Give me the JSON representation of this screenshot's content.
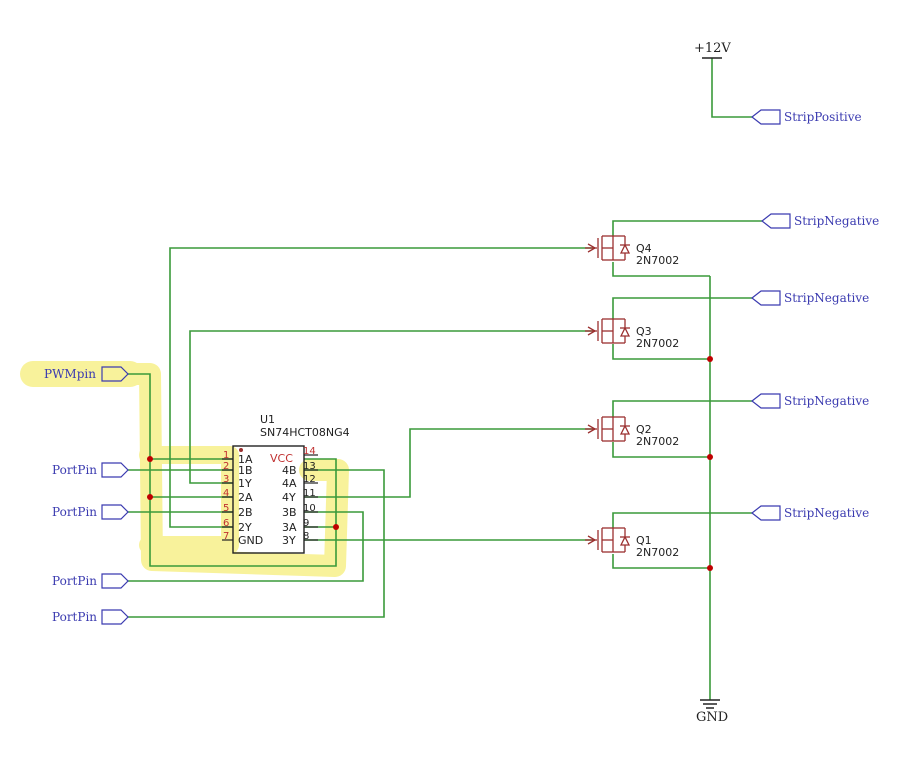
{
  "power": {
    "label": "+12V"
  },
  "ground": {
    "label": "GND"
  },
  "ports": {
    "strip_positive": "StripPositive",
    "strip_negative": [
      "StripNegative",
      "StripNegative",
      "StripNegative",
      "StripNegative"
    ],
    "pwm": "PWMpin",
    "port_pins": [
      "PortPin",
      "PortPin",
      "PortPin",
      "PortPin"
    ]
  },
  "ic": {
    "ref": "U1",
    "part": "SN74HCT08NG4",
    "vcc_label": "VCC",
    "left_pins": [
      {
        "num": "1",
        "name": "1A"
      },
      {
        "num": "2",
        "name": "1B"
      },
      {
        "num": "3",
        "name": "1Y"
      },
      {
        "num": "4",
        "name": "2A"
      },
      {
        "num": "5",
        "name": "2B"
      },
      {
        "num": "6",
        "name": "2Y"
      },
      {
        "num": "7",
        "name": "GND"
      }
    ],
    "right_pins": [
      {
        "num": "14",
        "name": ""
      },
      {
        "num": "13",
        "name": "4B"
      },
      {
        "num": "12",
        "name": "4A"
      },
      {
        "num": "11",
        "name": "4Y"
      },
      {
        "num": "10",
        "name": "3B"
      },
      {
        "num": "9",
        "name": "3A"
      },
      {
        "num": "8",
        "name": "3Y"
      }
    ]
  },
  "transistors": [
    {
      "ref": "Q4",
      "part": "2N7002"
    },
    {
      "ref": "Q3",
      "part": "2N7002"
    },
    {
      "ref": "Q2",
      "part": "2N7002"
    },
    {
      "ref": "Q1",
      "part": "2N7002"
    }
  ],
  "colors": {
    "wire": "#3a9a3a",
    "label_text": "#3b3bb0",
    "port_outline": "#3b3bb0",
    "component": "#9b3030",
    "pin_number": "#c03030",
    "junction": "#c00000",
    "highlight": "#f7f08a",
    "black_text": "#222222"
  }
}
